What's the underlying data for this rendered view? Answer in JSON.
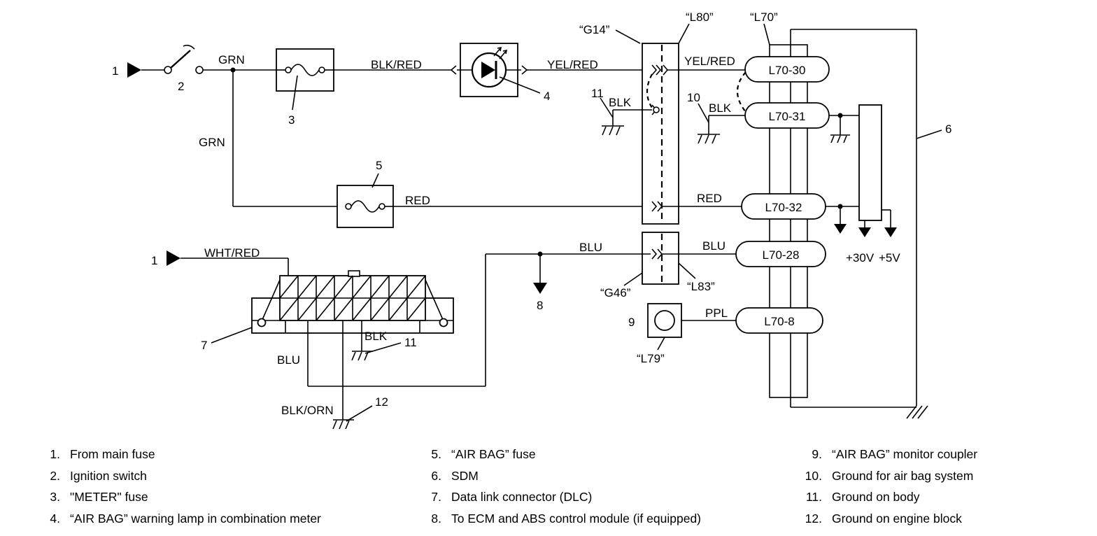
{
  "diagram": {
    "callouts": [
      "1",
      "2",
      "3",
      "4",
      "5",
      "6",
      "7",
      "8",
      "9",
      "10",
      "11",
      "12"
    ],
    "wire_labels": {
      "grn_top": "GRN",
      "grn_left": "GRN",
      "blk_red": "BLK/RED",
      "yel_red_1": "YEL/RED",
      "yel_red_2": "YEL/RED",
      "blk_11": "BLK",
      "blk_10": "BLK",
      "red_1": "RED",
      "red_2": "RED",
      "blu_1": "BLU",
      "blu_2": "BLU",
      "blu_dlc": "BLU",
      "wht_red": "WHT/RED",
      "blk_dlc": "BLK",
      "blk_orn": "BLK/ORN",
      "ppl": "PPL"
    },
    "connectors": {
      "g14": "“G14”",
      "l80": "“L80”",
      "l70": "“L70”",
      "g46": "“G46”",
      "l83": "“L83”",
      "l79": "“L79”"
    },
    "terminals": [
      "L70-30",
      "L70-31",
      "L70-32",
      "L70-28",
      "L70-8"
    ],
    "voltages": [
      "+30V",
      "+5V"
    ]
  },
  "legend": [
    [
      {
        "n": "1.",
        "text": "From main fuse"
      },
      {
        "n": "2.",
        "text": "Ignition switch"
      },
      {
        "n": "3.",
        "text": "\"METER\" fuse"
      },
      {
        "n": "4.",
        "text": "“AIR BAG” warning lamp in combination meter"
      }
    ],
    [
      {
        "n": "5.",
        "text": "“AIR BAG” fuse"
      },
      {
        "n": "6.",
        "text": "SDM"
      },
      {
        "n": "7.",
        "text": "Data link connector (DLC)"
      },
      {
        "n": "8.",
        "text": "To ECM and ABS control module (if equipped)"
      }
    ],
    [
      {
        "n": "9.",
        "text": "“AIR BAG” monitor coupler"
      },
      {
        "n": "10.",
        "text": "Ground for air bag system"
      },
      {
        "n": "11.",
        "text": "Ground on body"
      },
      {
        "n": "12.",
        "text": "Ground on engine block"
      }
    ]
  ]
}
